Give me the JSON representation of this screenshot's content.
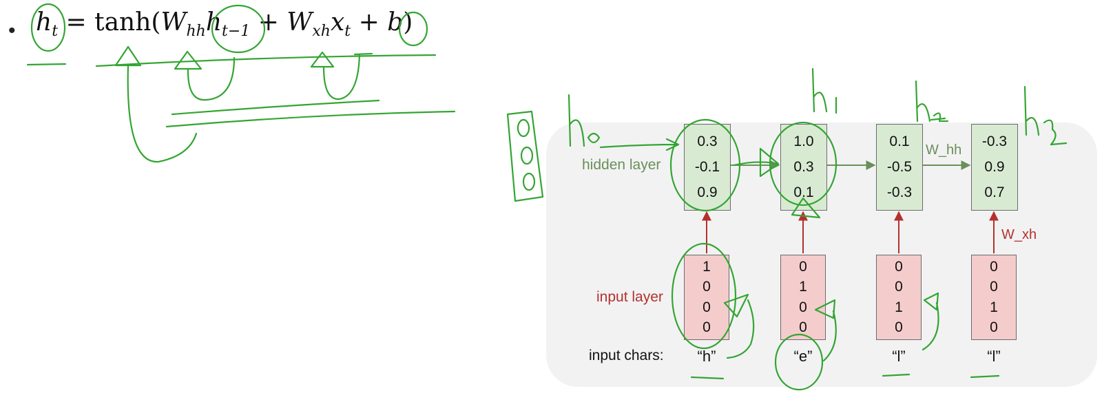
{
  "formula": {
    "bullet": "•",
    "h": "h",
    "t": "t",
    "eq": "=",
    "tanh": "tanh(",
    "W": "W",
    "hh": "hh",
    "t_minus_1": "t−1",
    "plus": "+",
    "xh": "xh",
    "x": "x",
    "b": "b",
    "close": ")"
  },
  "diagram": {
    "hidden_label": "hidden layer",
    "input_label": "input layer",
    "chars_label": "input chars:",
    "w_hh": "W_hh",
    "w_xh": "W_xh",
    "timesteps": [
      {
        "hidden": [
          "0.3",
          "-0.1",
          "0.9"
        ],
        "input": [
          "1",
          "0",
          "0",
          "0"
        ],
        "char": "“h”"
      },
      {
        "hidden": [
          "1.0",
          "0.3",
          "0.1"
        ],
        "input": [
          "0",
          "1",
          "0",
          "0"
        ],
        "char": "“e”"
      },
      {
        "hidden": [
          "0.1",
          "-0.5",
          "-0.3"
        ],
        "input": [
          "0",
          "0",
          "1",
          "0"
        ],
        "char": "“l”"
      },
      {
        "hidden": [
          "-0.3",
          "0.9",
          "0.7"
        ],
        "input": [
          "0",
          "0",
          "1",
          "0"
        ],
        "char": "“l”"
      }
    ]
  },
  "colors": {
    "hidden_fill": "#d9ead3",
    "input_fill": "#f4cccc",
    "hidden_label": "#6a8f59",
    "input_label": "#b3312c",
    "ink": "#33a532"
  }
}
